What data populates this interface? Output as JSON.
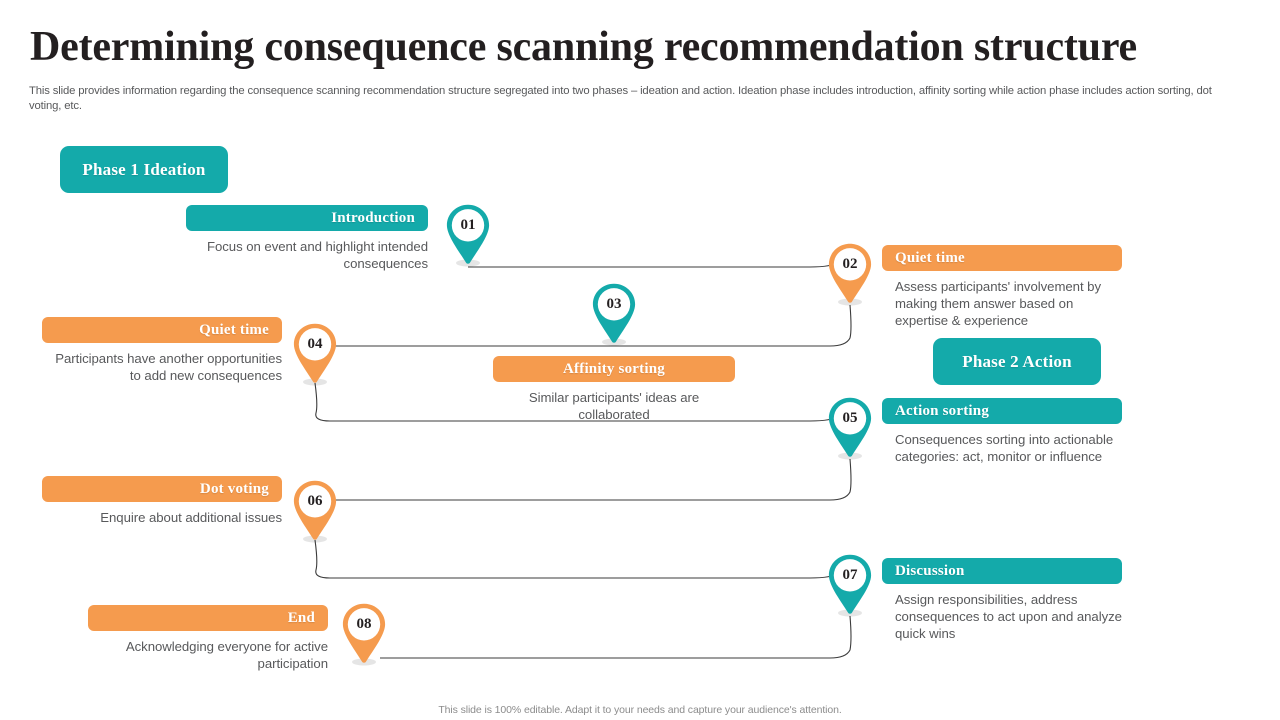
{
  "header": {
    "title": "Determining consequence scanning recommendation structure",
    "subtitle": "This slide provides information regarding the consequence scanning recommendation structure segregated into two phases – ideation and action. Ideation phase includes introduction, affinity sorting while action phase includes action sorting, dot voting,  etc."
  },
  "footer": {
    "note": "This slide is 100% editable. Adapt it to your needs and capture your audience's attention."
  },
  "phases": [
    {
      "label": "Phase 1 Ideation",
      "color": "#14aaaa"
    },
    {
      "label": "Phase 2 Action",
      "color": "#14aaaa"
    }
  ],
  "colors": {
    "teal": "#14aaaa",
    "orange": "#f59b4e",
    "text": "#58595b",
    "title": "#231f20",
    "connector": "#3b3b3b"
  },
  "steps": [
    {
      "number": "01",
      "title": "Introduction",
      "description": "Focus on event and highlight intended consequences",
      "color": "#14aaaa",
      "side": "left"
    },
    {
      "number": "02",
      "title": "Quiet time",
      "description": "Assess participants' involvement  by making them answer based on expertise & experience",
      "color": "#f59b4e",
      "side": "right"
    },
    {
      "number": "03",
      "title": "Affinity sorting",
      "description": "Similar participants' ideas are collaborated",
      "color": "#14aaaa",
      "side": "center"
    },
    {
      "number": "04",
      "title": "Quiet time",
      "description": "Participants have another opportunities to add new consequences",
      "color": "#f59b4e",
      "side": "left"
    },
    {
      "number": "05",
      "title": "Action sorting",
      "description": "Consequences sorting into actionable categories: act, monitor or influence",
      "color": "#14aaaa",
      "side": "right"
    },
    {
      "number": "06",
      "title": "Dot voting",
      "description": "Enquire about additional issues",
      "color": "#f59b4e",
      "side": "left"
    },
    {
      "number": "07",
      "title": "Discussion",
      "description": "Assign responsibilities, address consequences to act upon and analyze quick wins",
      "color": "#14aaaa",
      "side": "right"
    },
    {
      "number": "08",
      "title": "End",
      "description": "Acknowledging everyone for active participation",
      "color": "#f59b4e",
      "side": "left"
    }
  ]
}
